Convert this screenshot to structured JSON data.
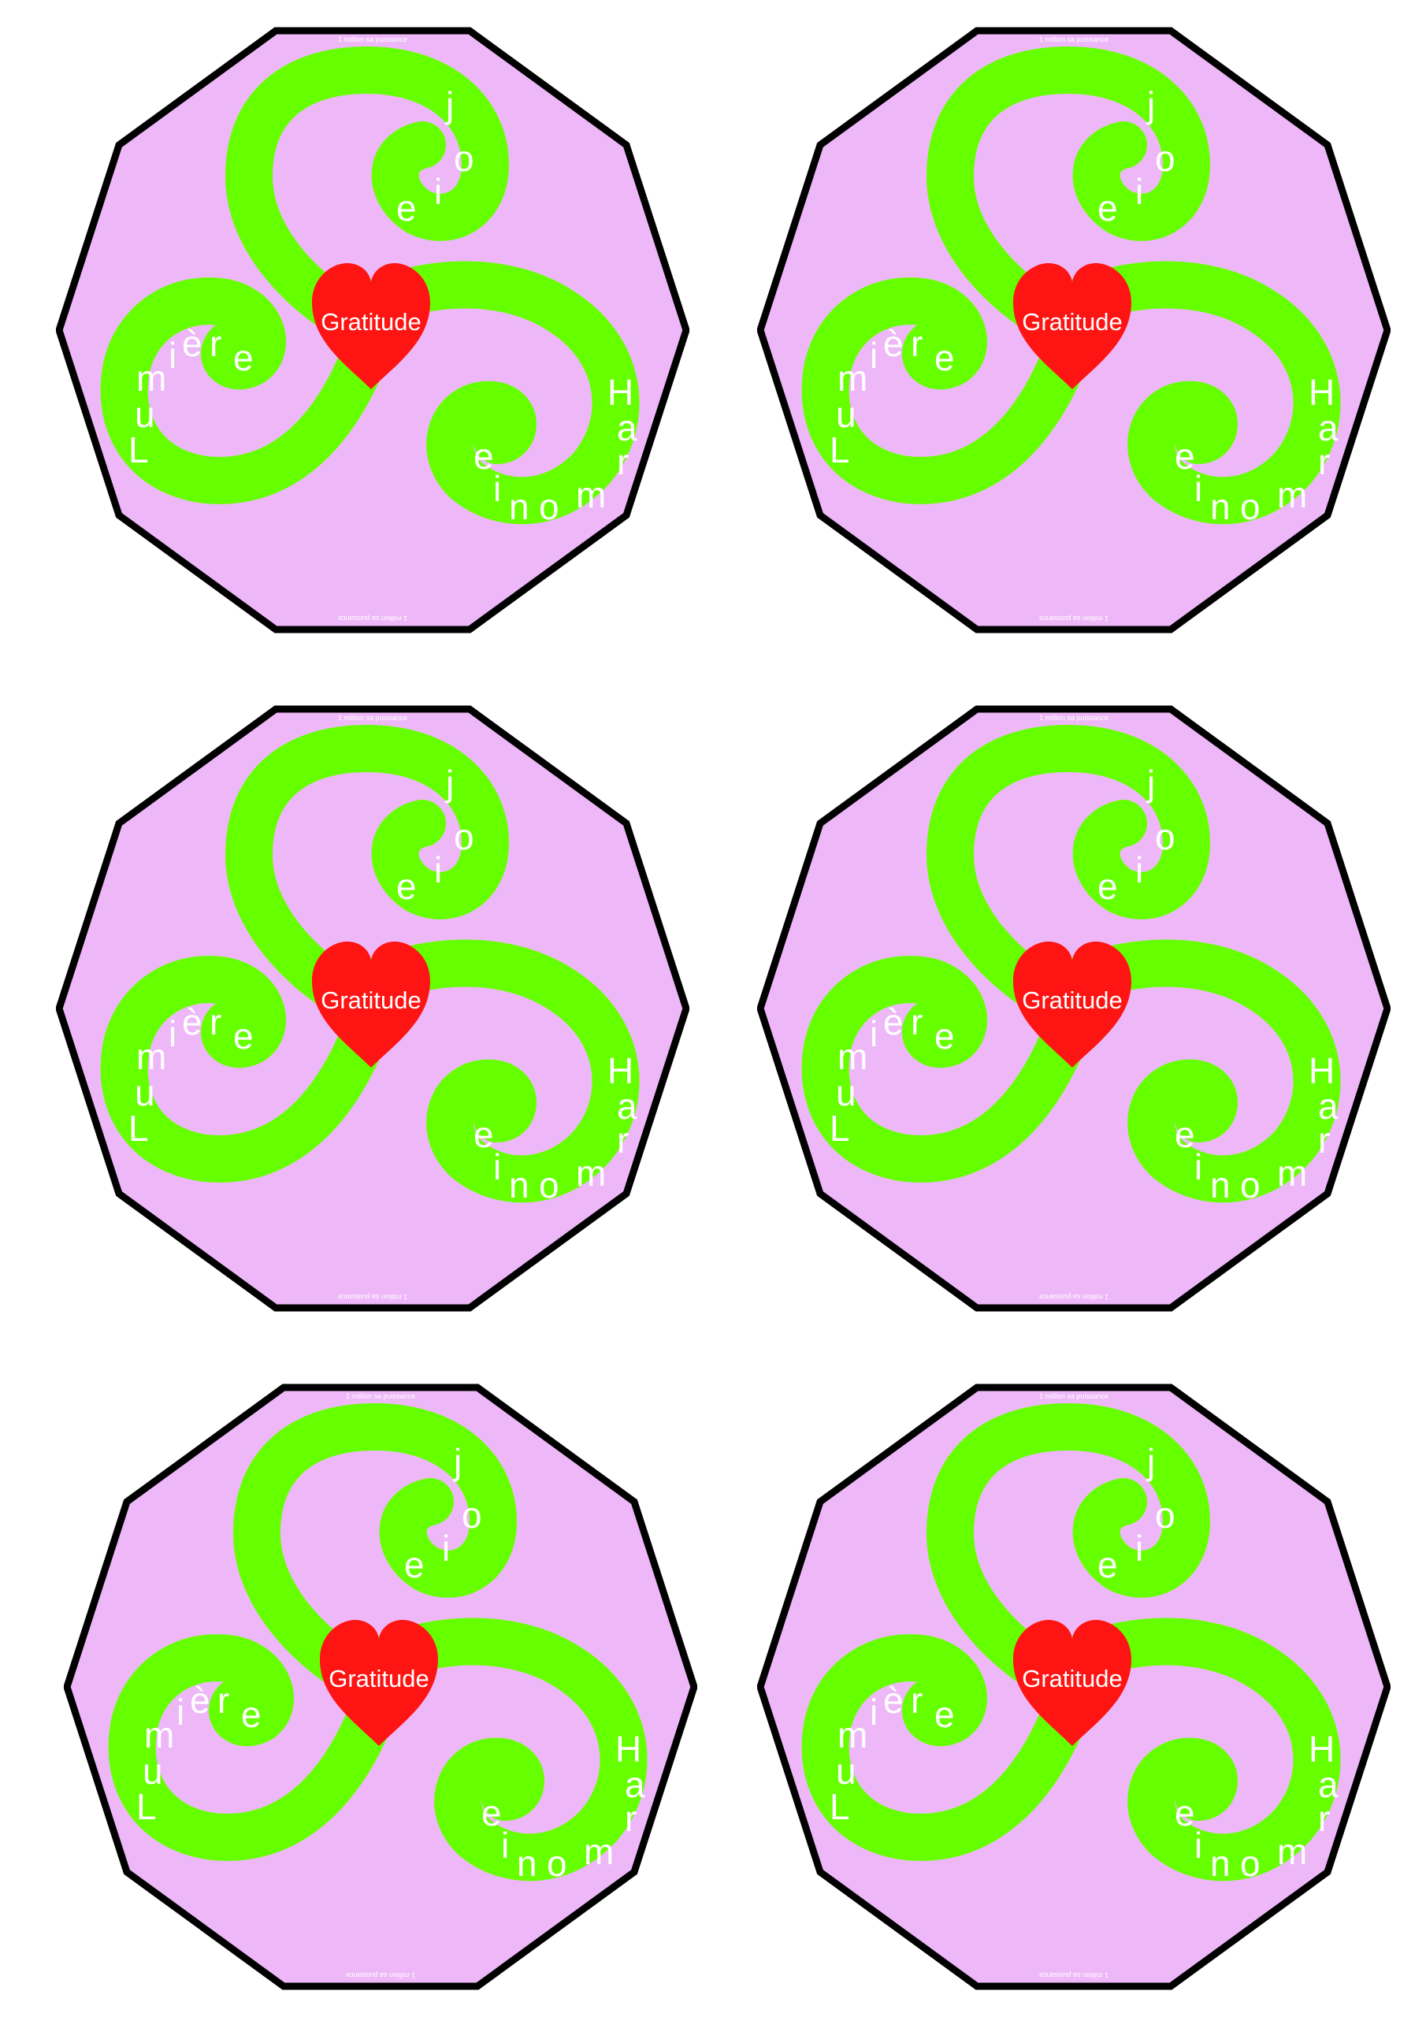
{
  "sheet": {
    "colors": {
      "background": "#ffffff",
      "panel": "#eeb8f8",
      "border": "#000000",
      "spiral": "#66ff00",
      "heart": "#ff1414",
      "text": "#ffffff"
    },
    "shape": "decagon",
    "icons": [
      "triskelion-icon",
      "heart-icon"
    ],
    "stickers": [
      {
        "heart_text": "Gratitude",
        "top_edge_text": "1 million sa puissance",
        "bottom_edge_text": "1 million sa puissance",
        "arm_top_letters": [
          "j",
          "o",
          "i",
          "e"
        ],
        "arm_left_letters": [
          "L",
          "u",
          "m",
          "i",
          "è",
          "r",
          "e"
        ],
        "arm_right_letters": [
          "H",
          "a",
          "r",
          "m",
          "o",
          "n",
          "i",
          "e"
        ]
      },
      {
        "heart_text": "Gratitude",
        "top_edge_text": "1 million sa puissance",
        "bottom_edge_text": "1 million sa puissance",
        "arm_top_letters": [
          "j",
          "o",
          "i",
          "e"
        ],
        "arm_left_letters": [
          "L",
          "u",
          "m",
          "i",
          "è",
          "r",
          "e"
        ],
        "arm_right_letters": [
          "H",
          "a",
          "r",
          "m",
          "o",
          "n",
          "i",
          "e"
        ]
      },
      {
        "heart_text": "Gratitude",
        "top_edge_text": "1 million sa puissance",
        "bottom_edge_text": "1 million sa puissance",
        "arm_top_letters": [
          "j",
          "o",
          "i",
          "e"
        ],
        "arm_left_letters": [
          "L",
          "u",
          "m",
          "i",
          "è",
          "r",
          "e"
        ],
        "arm_right_letters": [
          "H",
          "a",
          "r",
          "m",
          "o",
          "n",
          "i",
          "e"
        ]
      },
      {
        "heart_text": "Gratitude",
        "top_edge_text": "1 million sa puissance",
        "bottom_edge_text": "1 million sa puissance",
        "arm_top_letters": [
          "j",
          "o",
          "i",
          "e"
        ],
        "arm_left_letters": [
          "L",
          "u",
          "m",
          "i",
          "è",
          "r",
          "e"
        ],
        "arm_right_letters": [
          "H",
          "a",
          "r",
          "m",
          "o",
          "n",
          "i",
          "e"
        ]
      },
      {
        "heart_text": "Gratitude",
        "top_edge_text": "1 million sa puissance",
        "bottom_edge_text": "1 million sa puissance",
        "arm_top_letters": [
          "j",
          "o",
          "i",
          "e"
        ],
        "arm_left_letters": [
          "L",
          "u",
          "m",
          "i",
          "è",
          "r",
          "e"
        ],
        "arm_right_letters": [
          "H",
          "a",
          "r",
          "m",
          "o",
          "n",
          "i",
          "e"
        ]
      },
      {
        "heart_text": "Gratitude",
        "top_edge_text": "1 million sa puissance",
        "bottom_edge_text": "1 million sa puissance",
        "arm_top_letters": [
          "j",
          "o",
          "i",
          "e"
        ],
        "arm_left_letters": [
          "L",
          "u",
          "m",
          "i",
          "è",
          "r",
          "e"
        ],
        "arm_right_letters": [
          "H",
          "a",
          "r",
          "m",
          "o",
          "n",
          "i",
          "e"
        ]
      }
    ]
  }
}
